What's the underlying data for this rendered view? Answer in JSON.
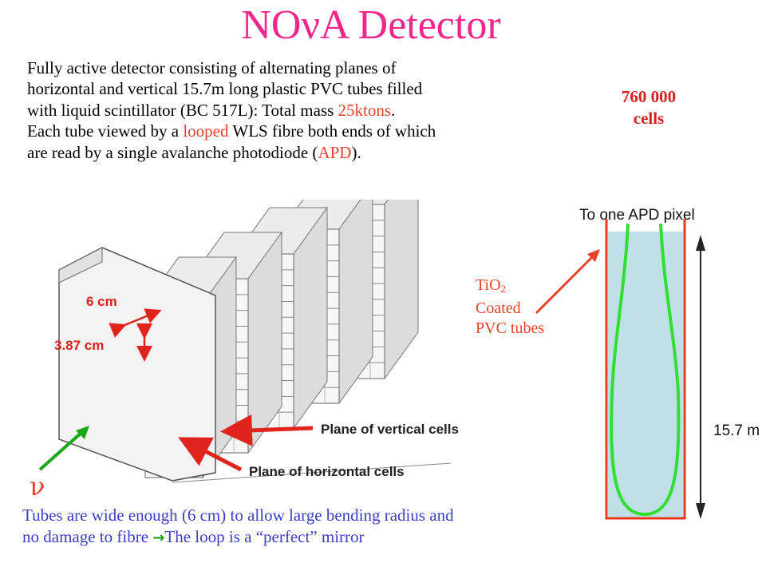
{
  "title": "NOνA Detector",
  "intro": {
    "line1": "Fully active detector consisting of alternating planes of",
    "line2": "horizontal and vertical 15.7m long plastic PVC tubes filled",
    "line3_a": "with liquid scintillator (BC 517L):  Total mass ",
    "line3_mass": "25ktons",
    "line3_b": ".",
    "line4_a": "Each tube viewed by a ",
    "line4_looped": "looped",
    "line4_b": " WLS fibre  both ends of which",
    "line5_a": "are read by a  single avalanche photodiode (",
    "line5_apd": "APD",
    "line5_b": ")."
  },
  "cells": {
    "count": "760 000",
    "label": "cells"
  },
  "diagram": {
    "width_label": "6 cm",
    "height_label": "3.87 cm",
    "vertical_plane_label": "Plane of vertical cells",
    "horizontal_plane_label": "Plane of horizontal cells",
    "neutrino_symbol": "ν"
  },
  "tube": {
    "header": "To one APD pixel",
    "length_label": "15.7 m",
    "coating_l1_a": "TiO",
    "coating_l1_sub": "2",
    "coating_l2": "Coated",
    "coating_l3": "PVC tubes"
  },
  "bottom": {
    "line1": "Tubes are wide enough (6 cm) to allow large bending radius and",
    "line2_a": "no damage to fibre ",
    "arrow": "→",
    "line2_b": "The loop is a “perfect” mirror"
  },
  "colors": {
    "title": "#f0268a",
    "highlight": "#e8422a",
    "cells": "#d8211f",
    "note": "#3a3fc6",
    "fibre": "#33dd33",
    "liquid": "#bfe0e6",
    "tube_border": "#e83a1a",
    "neutrino_arrow": "#1aa81a"
  }
}
